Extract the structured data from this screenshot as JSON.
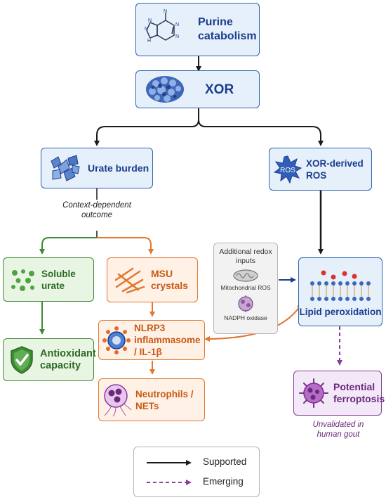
{
  "nodes": {
    "purine": "Purine catabolism",
    "xor": "XOR",
    "urate_burden": "Urate burden",
    "xor_ros": "XOR-derived ROS",
    "soluble_urate": "Soluble urate",
    "msu": "MSU crystals",
    "antioxidant": "Antioxidant capacity",
    "nlrp3": "NLRP3 inflammasome / IL-1β",
    "neutrophils": "Neutrophils / NETs",
    "lipid": "Lipid peroxidation",
    "ferroptosis": "Potential ferroptosis"
  },
  "redox_inputs": {
    "title": "Additional redox inputs",
    "mito": "Mitochondrial ROS",
    "nadph": "NADPH oxidase"
  },
  "notes": {
    "context": "Context-dependent outcome",
    "unvalidated": "Unvalidated in human gout"
  },
  "legend": {
    "supported": "Supported",
    "emerging": "Emerging"
  },
  "icons": {
    "purine": "purine-molecule-icon",
    "ros_badge": "ROS"
  },
  "colors": {
    "blue": "#2e62b0",
    "green": "#3e8a35",
    "orange": "#e0782f",
    "purple": "#8a3d9b",
    "dark": "#1a1a1a"
  }
}
